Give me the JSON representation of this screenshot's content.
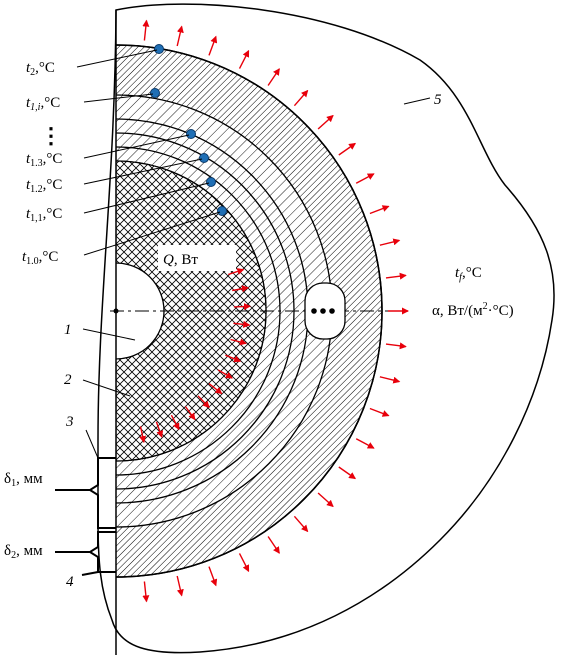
{
  "labels": {
    "t2": {
      "main": "t",
      "sub": "2",
      "unit": ",°C"
    },
    "t1i": {
      "main": "t",
      "sub": "1,i",
      "unit": ",°C"
    },
    "t13": {
      "main": "t",
      "sub": "1.3",
      "unit": ",°C"
    },
    "t12": {
      "main": "t",
      "sub": "1.2",
      "unit": ",°C"
    },
    "t11": {
      "main": "t",
      "sub": "1,1",
      "unit": ",°C"
    },
    "t10": {
      "main": "t",
      "sub": "1.0",
      "unit": ",°C"
    },
    "q": {
      "sym": "Q",
      "unit": ", Вт"
    },
    "tf": {
      "main": "t",
      "sub": "f",
      "unit": ",°C"
    },
    "alpha": {
      "pre": "α, Вт/(м",
      "sup": "2",
      "post": "·°C)"
    },
    "delta1": {
      "main": "δ",
      "sub": "1",
      "unit": ", мм"
    },
    "delta2": {
      "main": "δ",
      "sub": "2",
      "unit": ", мм"
    },
    "dots": "⋮"
  },
  "numbers": {
    "n1": "1",
    "n2": "2",
    "n3": "3",
    "n4": "4",
    "n5": "5"
  },
  "colors": {
    "arrow": "#e8000b",
    "marker": "#1f6fb5",
    "outline": "#000000"
  }
}
